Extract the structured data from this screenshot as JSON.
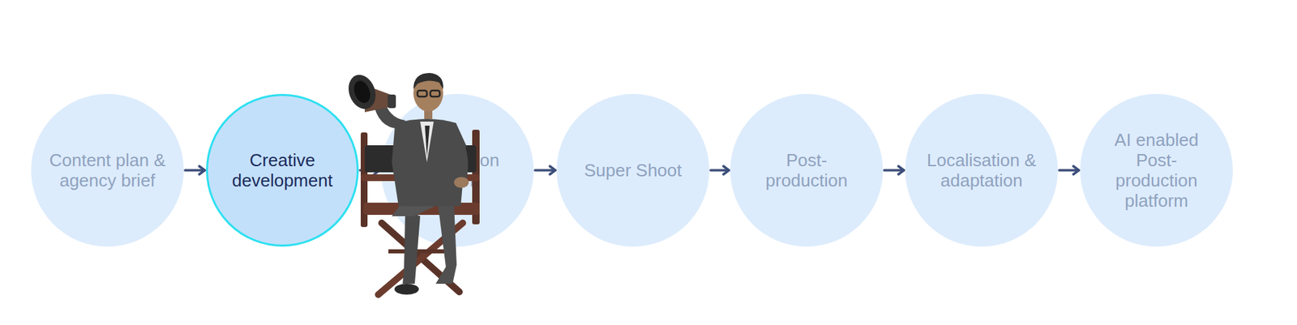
{
  "diagram": {
    "nodes": [
      {
        "text": [
          "Content plan & agency brief"
        ]
      },
      {
        "text": [
          "Creative development"
        ]
      },
      {
        "text": [
          "Production plan"
        ]
      },
      {
        "text": [
          "Super Shoot"
        ]
      },
      {
        "text": [
          "Post-production"
        ]
      },
      {
        "text": [
          "Localisation & adaptation"
        ]
      },
      {
        "text": [
          "AI enabled Post-production platform"
        ]
      }
    ],
    "edges": [
      {
        "from": 0,
        "to": 1,
        "arrow": "to"
      },
      {
        "from": 1,
        "to": 2,
        "arrow": "to"
      },
      {
        "from": 2,
        "to": 3,
        "arrow": "to"
      },
      {
        "from": 3,
        "to": 4,
        "arrow": "to"
      },
      {
        "from": 4,
        "to": 5,
        "arrow": "to"
      },
      {
        "from": 5,
        "to": 6,
        "arrow": "to"
      }
    ]
  }
}
